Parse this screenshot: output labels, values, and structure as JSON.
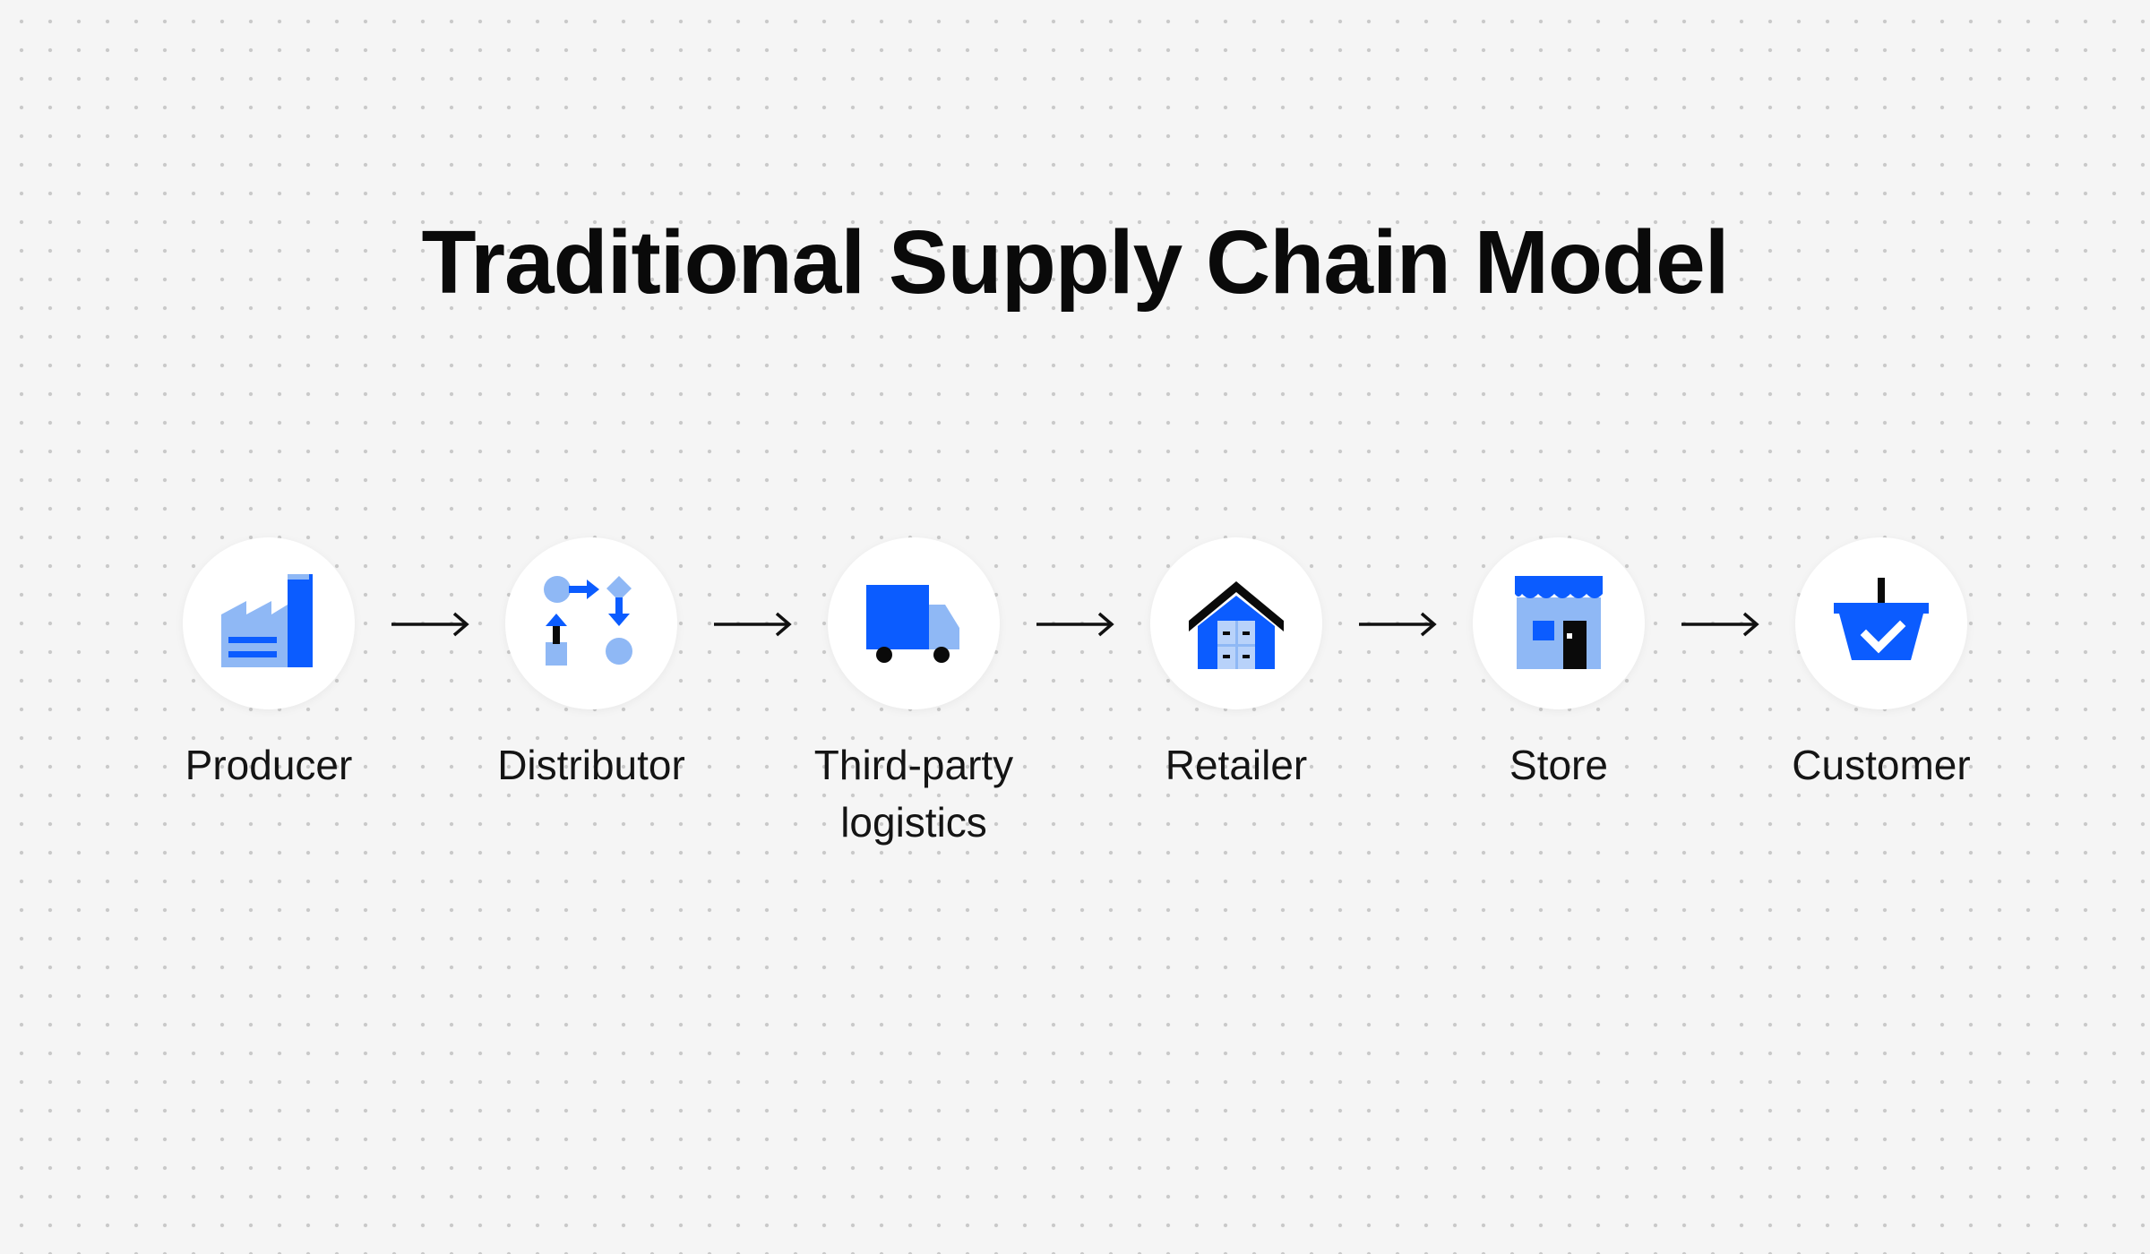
{
  "title": "Traditional Supply Chain Model",
  "colors": {
    "primary": "#0b5cff",
    "light": "#8fb8f5",
    "lighter": "#b8d2fa",
    "dark": "#0a0a0a",
    "circle": "#ffffff",
    "background": "#f5f5f5"
  },
  "steps": [
    {
      "label_line1": "Producer",
      "label_line2": "",
      "icon": "factory-icon"
    },
    {
      "label_line1": "Distributor",
      "label_line2": "",
      "icon": "distribution-icon"
    },
    {
      "label_line1": "Third-party",
      "label_line2": "logistics",
      "icon": "truck-icon"
    },
    {
      "label_line1": "Retailer",
      "label_line2": "",
      "icon": "warehouse-icon"
    },
    {
      "label_line1": "Store",
      "label_line2": "",
      "icon": "storefront-icon"
    },
    {
      "label_line1": "Customer",
      "label_line2": "",
      "icon": "shopping-basket-icon"
    }
  ],
  "connector": "arrow-right"
}
